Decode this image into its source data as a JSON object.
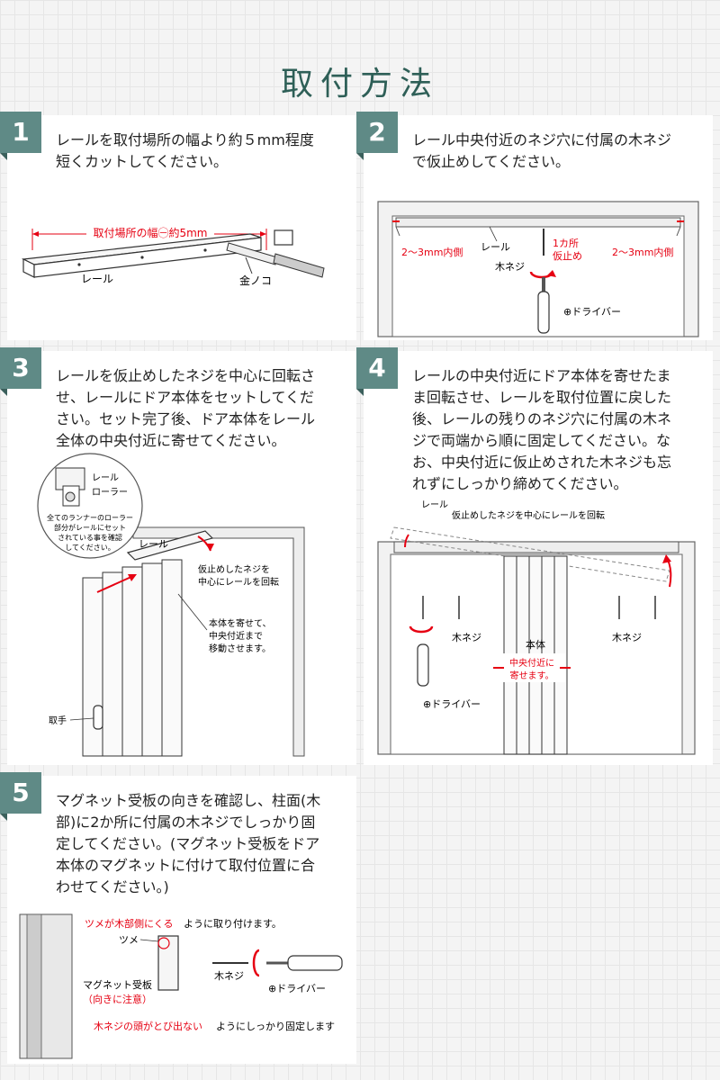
{
  "page": {
    "title": "取付方法"
  },
  "steps": [
    {
      "number": "1",
      "lines": [
        "レールを取付場所の幅より約５mm程度",
        "短くカットしてください。"
      ],
      "labels": {
        "width": "取付場所の幅㊀約5mm",
        "rail": "レール",
        "saw": "金ノコ"
      }
    },
    {
      "number": "2",
      "lines": [
        "レール中央付近のネジ穴に付属の木ネジ",
        "で仮止めしてください。"
      ],
      "labels": {
        "gap_left": "2～3mm内側",
        "gap_right": "2～3mm内側",
        "rail": "レール",
        "spot1": "1カ所",
        "spot2": "仮止め",
        "screw": "木ネジ",
        "driver": "⊕ドライバー"
      }
    },
    {
      "number": "3",
      "lines": [
        "レールを仮止めしたネジを中心に回転さ",
        "せ、レールにドア本体をセットしてくだ",
        "さい。セット完了後、ドア本体をレール",
        "全体の中央付近に寄せてください。"
      ],
      "labels": {
        "rail_top": "レール",
        "roller": "ローラー",
        "note1": "全てのランナーのローラー",
        "note2": "部分がレールにセット",
        "note3": "されている事を確認",
        "note4": "してください。",
        "rail": "レール",
        "rot1": "仮止めしたネジを",
        "rot2": "中心にレールを回転",
        "move1": "本体を寄せて、",
        "move2": "中央付近まで",
        "move3": "移動させます。",
        "handle": "取手"
      }
    },
    {
      "number": "4",
      "lines": [
        "レールの中央付近にドア本体を寄せたま",
        "ま回転させ、レールを取付位置に戻した",
        "後、レールの残りのネジ穴に付属の木ネ",
        "ジで両端から順に固定してください。な",
        "お、中央付近に仮止めされた木ネジも忘",
        "れずにしっかり締めてください。"
      ],
      "labels": {
        "rail": "レール",
        "rotate": "仮止めしたネジを中心にレールを回転",
        "screw_left": "木ネジ",
        "screw_right": "木ネジ",
        "body": "本体",
        "center1": "中央付近に",
        "center2": "寄せます。",
        "driver": "⊕ドライバー"
      }
    },
    {
      "number": "5",
      "lines": [
        "マグネット受板の向きを確認し、柱面(木",
        "部)に2か所に付属の木ネジでしっかり固",
        "定してください。(マグネット受板をドア",
        "本体のマグネットに付けて取付位置に合",
        "わせてください。)"
      ],
      "labels": {
        "top_red": "ツメが木部側にくる",
        "top_black": "ように取り付けます。",
        "tab": "ツメ",
        "screw": "木ネジ",
        "plate": "マグネット受板",
        "plate_note": "（向きに注意）",
        "driver": "⊕ドライバー",
        "bottom_red": "木ネジの頭がとび出ない",
        "bottom_black": "ようにしっかり固定します"
      }
    }
  ],
  "colors": {
    "accent": "#5f8a86",
    "title": "#2e5f57",
    "red": "#e60012"
  }
}
